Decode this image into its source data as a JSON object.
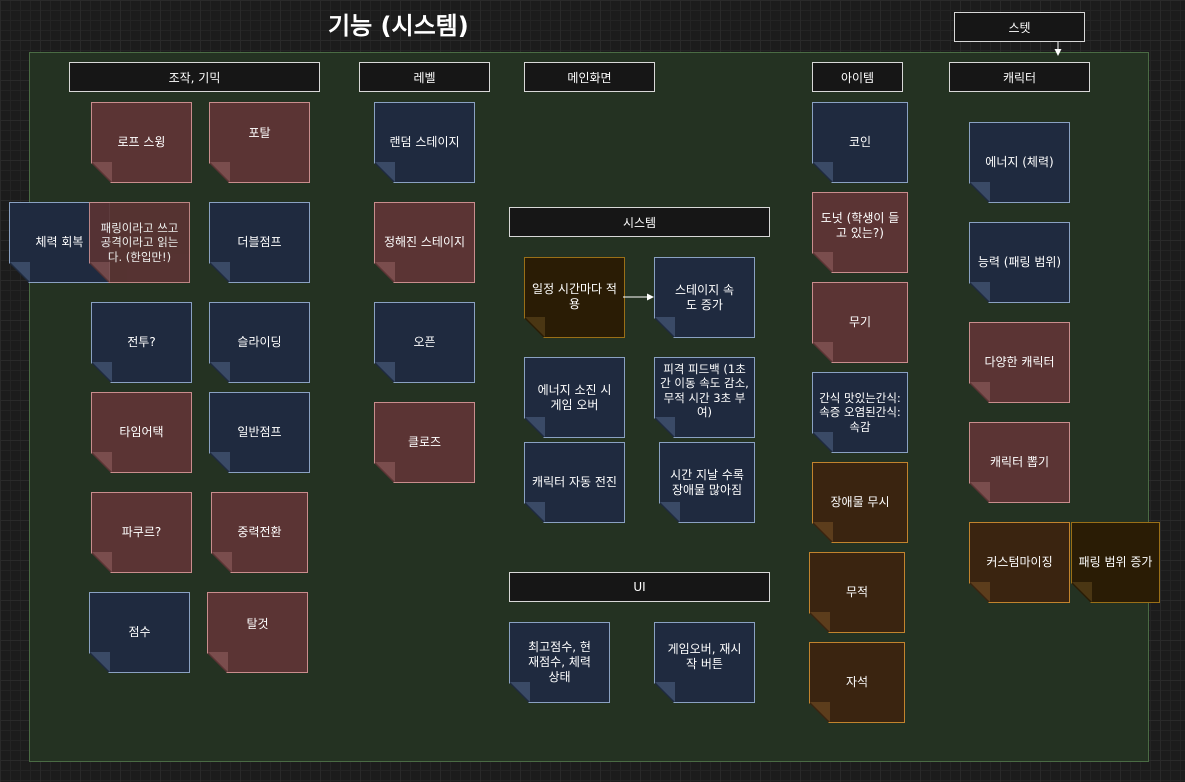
{
  "title": "기능 (시스템)",
  "headers": {
    "control": "조작, 기믹",
    "level": "레벨",
    "main_screen": "메인화면",
    "item": "아이템",
    "character": "캐릭터",
    "stat": "스텟",
    "system": "시스템",
    "ui": "UI"
  },
  "notes": {
    "rope_swing": "로프 스윙",
    "portal": "포탈",
    "hp_recovery": "체력 회복",
    "parry_note": "패링이라고 쓰고 공격이라고 읽는다. (한입만!)",
    "double_jump": "더블점프",
    "combat": "전투?",
    "sliding": "슬라이딩",
    "time_attack": "타임어택",
    "normal_jump": "일반점프",
    "parkour": "파쿠르?",
    "gravity_switch": "중력전환",
    "score": "점수",
    "vehicle": "탈것",
    "random_stage": "랜덤 스테이지",
    "fixed_stage": "정해진 스테이지",
    "open": "오픈",
    "close": "클로즈",
    "periodic_apply": "일정 시간마다 적용",
    "stage_speed_up": "스테이지 속도 증가",
    "energy_game_over": "에너지 소진 시 게임 오버",
    "hit_feedback": "피격 피드백 (1초 간 이동 속도 감소, 무적 시간 3초 부여)",
    "auto_run": "캐릭터 자동 전진",
    "more_obstacles": "시간 지날 수록 장애물 많아짐",
    "ui_scores": "최고점수, 현재점수, 체력 상태",
    "ui_buttons": "게임오버, 재시작 버튼",
    "coin": "코인",
    "donut": "도넛 (학생이 들고 있는?)",
    "weapon": "무기",
    "snack": "간식 맛있는간식: 속증 오염된간식: 속감",
    "ignore_obstacles": "장애물 무시",
    "invincible": "무적",
    "magnet": "자석",
    "energy_hp": "에너지 (체력)",
    "ability_parry_range": "능력 (패링 범위)",
    "various_characters": "다양한 캐릭터",
    "character_gacha": "캐릭터 뽑기",
    "customizing": "커스텀마이징",
    "parry_range_up": "패링 범위 증가"
  },
  "colors": {
    "board": "#243222",
    "red_note": "#5b3434",
    "blue_note": "#1f2a3f",
    "dark_note": "#2a1c05",
    "brown_note": "#3a2410"
  }
}
